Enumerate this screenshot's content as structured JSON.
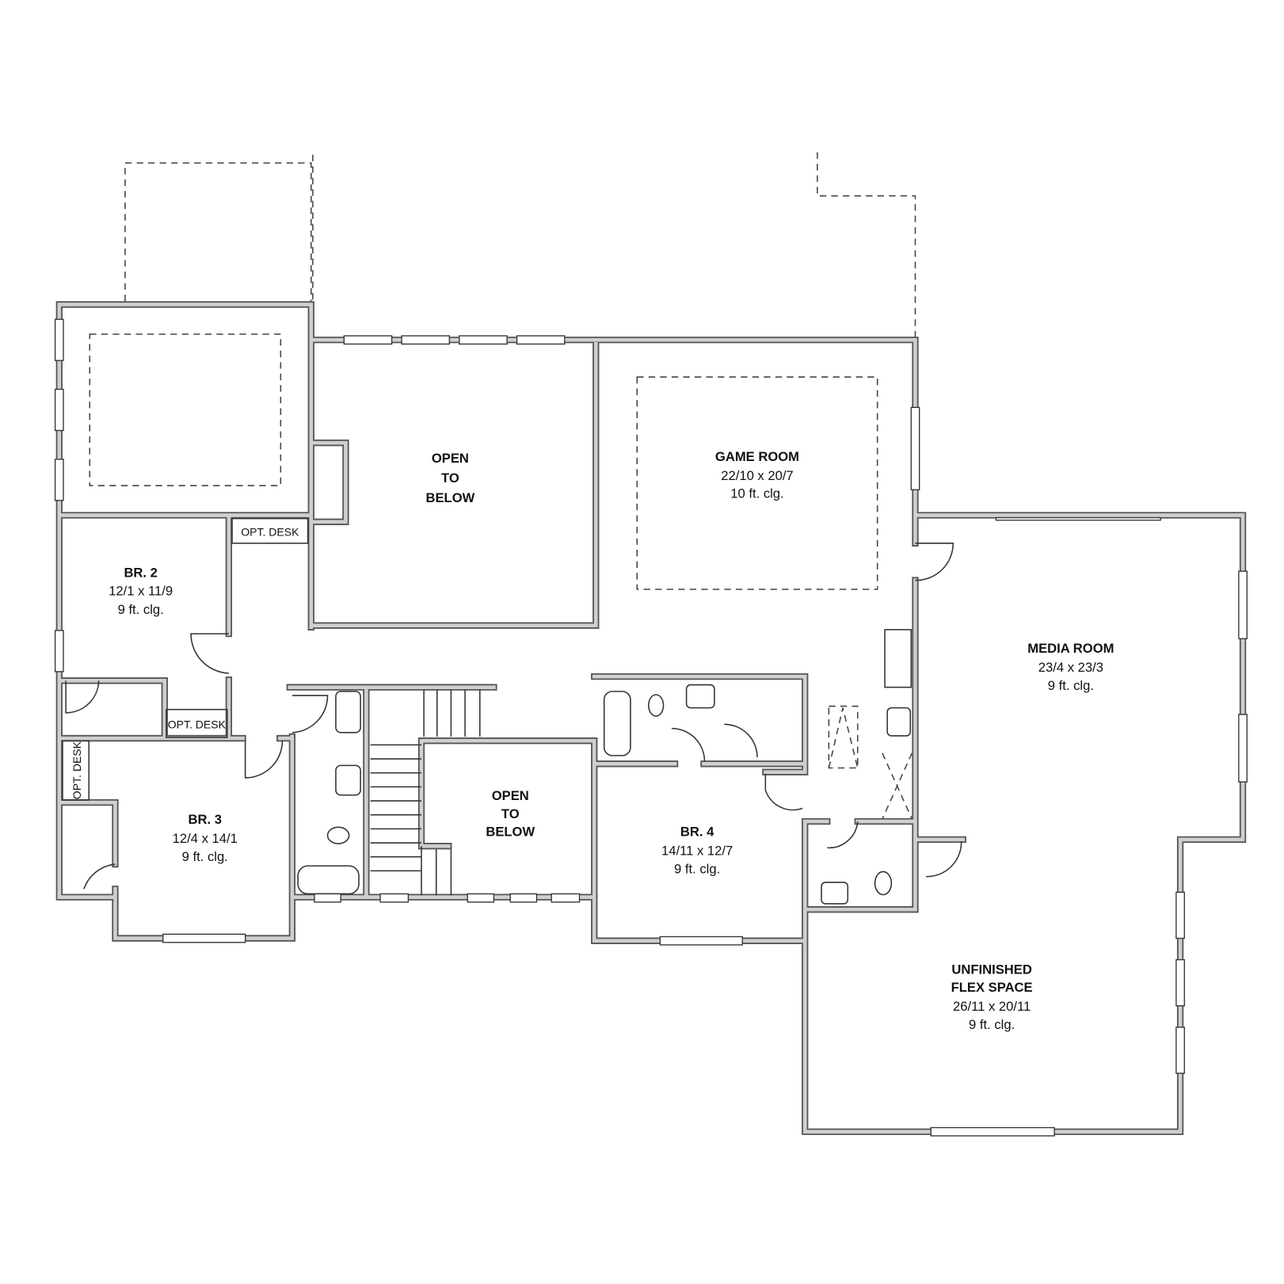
{
  "rooms": {
    "open_to_below_1": {
      "lines": [
        "OPEN",
        "TO",
        "BELOW"
      ]
    },
    "game_room": {
      "name": "GAME ROOM",
      "size": "22/10 x 20/7",
      "ceiling": "10 ft. clg."
    },
    "br2": {
      "name": "BR. 2",
      "size": "12/1 x 11/9",
      "ceiling": "9 ft. clg."
    },
    "media_room": {
      "name": "MEDIA ROOM",
      "size": "23/4 x 23/3",
      "ceiling": "9 ft. clg."
    },
    "br3": {
      "name": "BR. 3",
      "size": "12/4 x 14/1",
      "ceiling": "9 ft. clg."
    },
    "open_to_below_2": {
      "lines": [
        "OPEN",
        "TO",
        "BELOW"
      ]
    },
    "br4": {
      "name": "BR. 4",
      "size": "14/11 x 12/7",
      "ceiling": "9 ft. clg."
    },
    "flex_space": {
      "name_line1": "UNFINISHED",
      "name_line2": "FLEX SPACE",
      "size": "26/11 x 20/11",
      "ceiling": "9 ft. clg."
    }
  },
  "desks": [
    "OPT. DESK",
    "OPT. DESK",
    "OPT. DESK"
  ],
  "colors": {
    "wall_outline": "#555555",
    "wall_fill": "#cfcfcf",
    "line": "#333333"
  }
}
